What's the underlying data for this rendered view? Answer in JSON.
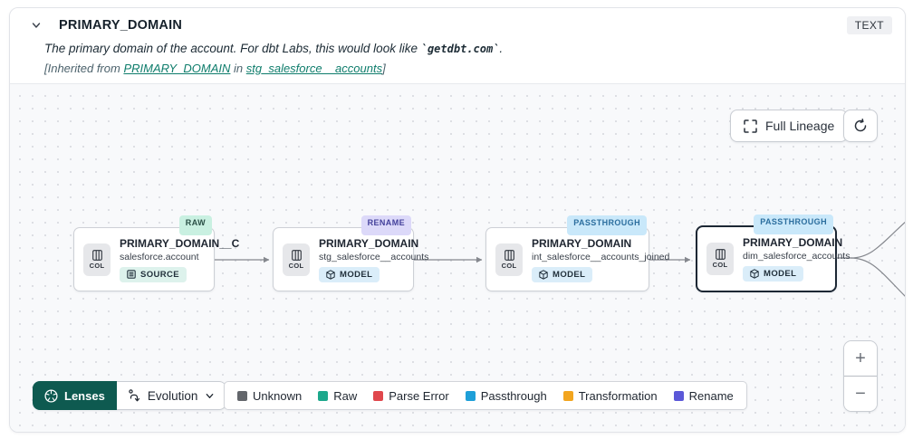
{
  "header": {
    "title": "PRIMARY_DOMAIN",
    "type_badge": "TEXT",
    "description_prefix": "The primary domain of the account. For dbt Labs, this would look like ",
    "description_code": "`getdbt.com`",
    "description_suffix": ".",
    "inherited_prefix": "[Inherited from ",
    "inherited_link_column": "PRIMARY_DOMAIN",
    "inherited_middle": " in ",
    "inherited_link_model": "stg_salesforce__accounts",
    "inherited_suffix": "]"
  },
  "canvas": {
    "full_lineage_label": "Full Lineage",
    "nodes": [
      {
        "badge": "RAW",
        "title": "PRIMARY_DOMAIN__C",
        "subtitle": "salesforce.account",
        "resource": "SOURCE",
        "col_label": "COL"
      },
      {
        "badge": "RENAME",
        "title": "PRIMARY_DOMAIN",
        "subtitle": "stg_salesforce__accounts",
        "resource": "MODEL",
        "col_label": "COL"
      },
      {
        "badge": "PASSTHROUGH",
        "title": "PRIMARY_DOMAIN",
        "subtitle": "int_salesforce__accounts_joined",
        "resource": "MODEL",
        "col_label": "COL"
      },
      {
        "badge": "PASSTHROUGH",
        "title": "PRIMARY_DOMAIN",
        "subtitle": "dim_salesforce_accounts",
        "resource": "MODEL",
        "col_label": "COL"
      }
    ]
  },
  "toolbar": {
    "lenses_label": "Lenses",
    "lens_selected": "Evolution"
  },
  "legend": {
    "items": [
      {
        "label": "Unknown",
        "color": "#63666B"
      },
      {
        "label": "Raw",
        "color": "#1DA88C"
      },
      {
        "label": "Parse Error",
        "color": "#E0474C"
      },
      {
        "label": "Passthrough",
        "color": "#1E9FD8"
      },
      {
        "label": "Transformation",
        "color": "#F2A51F"
      },
      {
        "label": "Rename",
        "color": "#5B58D8"
      }
    ]
  },
  "zoom": {
    "in_label": "+",
    "out_label": "−"
  },
  "colors": {
    "accent_teal": "#0E5A50",
    "link": "#0F7D6C",
    "edge": "#85888E"
  }
}
